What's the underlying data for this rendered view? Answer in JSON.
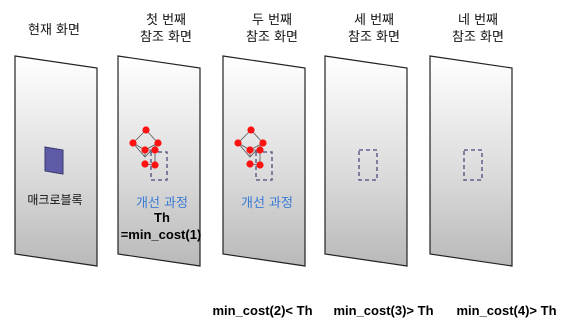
{
  "frames": [
    {
      "title": "현재 화면"
    },
    {
      "title": "첫 번째\n참조 화면"
    },
    {
      "title": "두 번째\n참조 화면"
    },
    {
      "title": "세 번째\n참조 화면"
    },
    {
      "title": "네 번째\n참조 화면"
    }
  ],
  "labels": {
    "macroblock": "매크로블록",
    "refine1": "개선 과정",
    "refine2": "개선 과정",
    "th": "Th",
    "eq_min_cost1": "=min_cost(1)",
    "cond2": "min_cost(2)< Th",
    "cond3": "min_cost(3)> Th",
    "cond4": "min_cost(4)> Th"
  },
  "colors": {
    "macroblock_fill": "#5d5aa6",
    "search_point": "#ff1111",
    "dashed_block": "#4a4a7a",
    "refine_text": "#3b7bd4"
  }
}
